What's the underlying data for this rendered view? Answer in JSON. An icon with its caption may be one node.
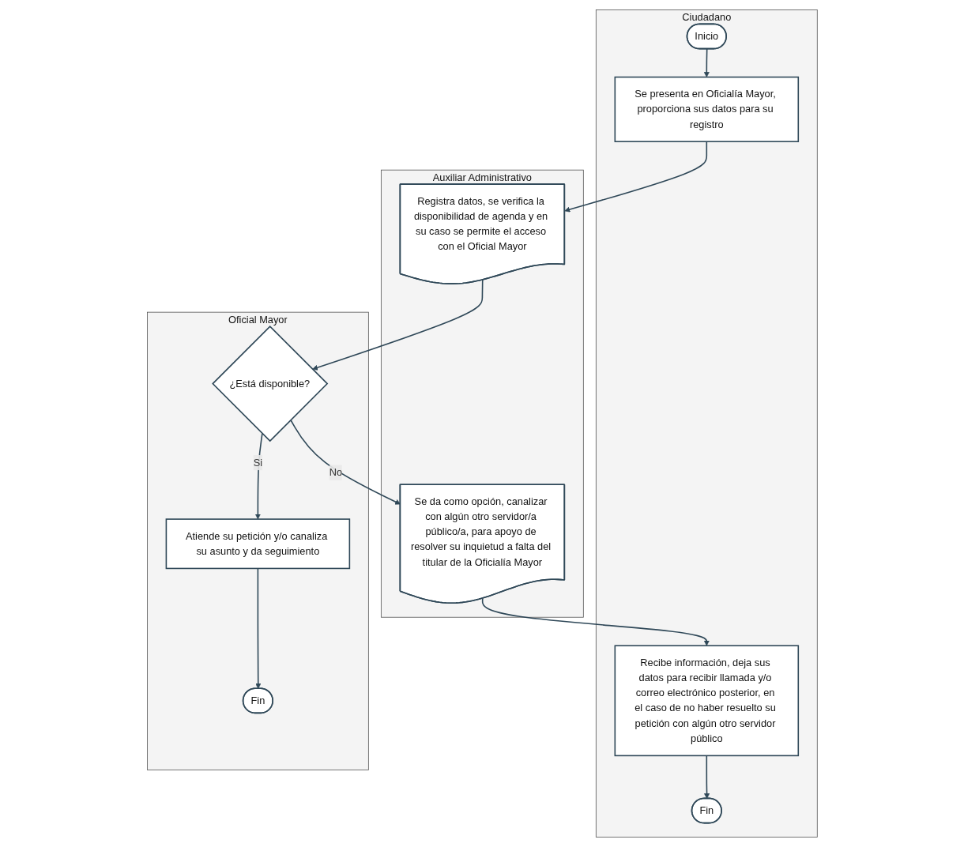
{
  "diagram": {
    "nodes": [
      {
        "text": [
          "Ciudadano"
        ]
      },
      {
        "text": [
          "Auxiliar Administrativo"
        ]
      },
      {
        "text": [
          "Oficial Mayor"
        ]
      },
      {
        "text": [
          "Inicio"
        ],
        "in": 0
      },
      {
        "text": [
          "Se presenta en Oficialía Mayor, proporciona sus datos para su registro"
        ],
        "in": 0
      },
      {
        "text": [
          "Registra datos, se verifica la disponibilidad de agenda y en su caso se permite el acceso con el Oficial Mayor"
        ],
        "in": 1
      },
      {
        "text": [
          "¿Está disponible?"
        ],
        "in": 2
      },
      {
        "text": [
          "Se da como opción, canalizar con algún otro servidor/a público/a, para apoyo de resolver su inquietud a falta del titular de la Oficialía Mayor"
        ],
        "in": 1
      },
      {
        "text": [
          "Recibe información, deja sus datos para recibir llamada y/o correo electrónico posterior, en el caso de no haber resuelto su petición con algún otro servidor público"
        ],
        "in": 0
      },
      {
        "text": [
          "Fin"
        ],
        "in": 0
      },
      {
        "text": [
          "Atiende su petición y/o canaliza su asunto y da seguimiento"
        ],
        "in": 2
      },
      {
        "text": [
          "Fin"
        ],
        "in": 2
      }
    ],
    "edges": [
      {
        "from": 3,
        "to": 4,
        "arrow": "to"
      },
      {
        "from": 4,
        "to": 5,
        "arrow": "to"
      },
      {
        "from": 5,
        "to": 6,
        "arrow": "to"
      },
      {
        "from": 6,
        "to": 7,
        "arrow": "to",
        "label": "No"
      },
      {
        "from": 6,
        "to": 10,
        "arrow": "to",
        "label": "Si"
      },
      {
        "from": 7,
        "to": 8,
        "arrow": "to"
      },
      {
        "from": 8,
        "to": 9,
        "arrow": "to"
      },
      {
        "from": 10,
        "to": 11,
        "arrow": "to"
      }
    ]
  }
}
